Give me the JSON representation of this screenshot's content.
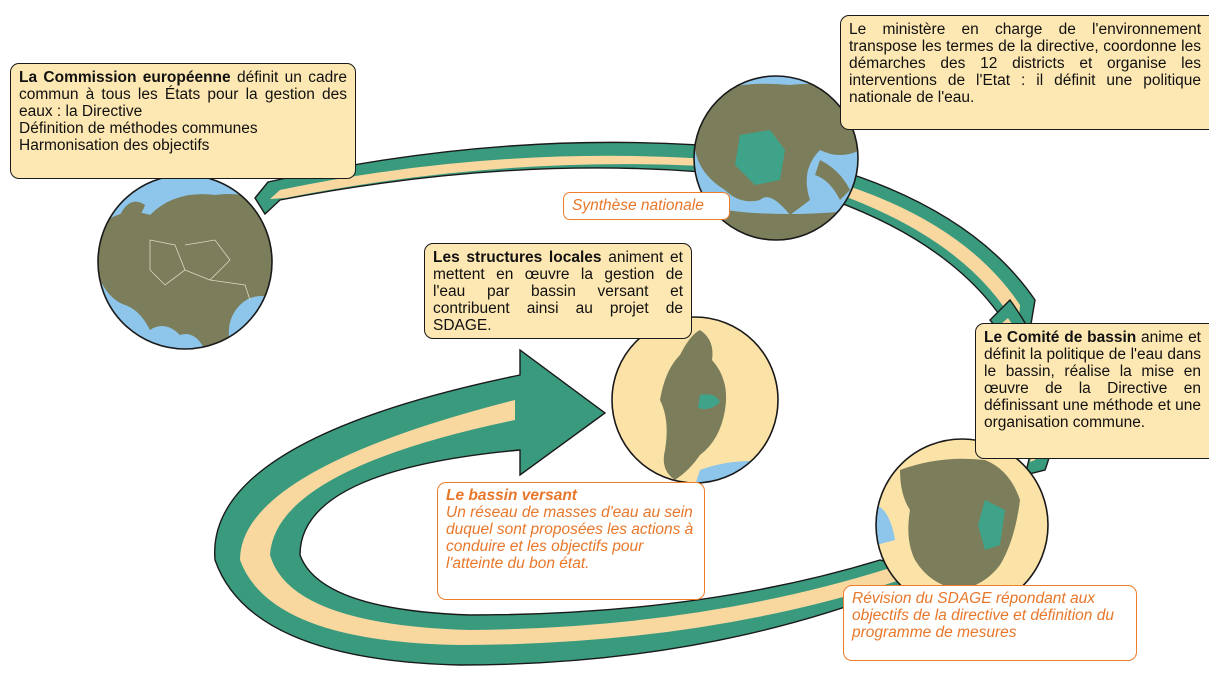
{
  "colors": {
    "arrow_outer": "#3a9a7e",
    "arrow_inner": "#f9d8a0",
    "ocean": "#8ec5ea",
    "land": "#7c7d5a",
    "land_light": "#fbe3a8",
    "highlight": "#3fa38a",
    "box_fill": "#fde7b2",
    "box_border": "#1a1a1a",
    "accent_orange": "#ee7d2c"
  },
  "commission": {
    "title": "La Commission européenne",
    "lead": " définit un cadre commun à tous les États pour la gestion des eaux : la Directive",
    "line2": "Définition de méthodes communes",
    "line3": "Harmonisation des objectifs"
  },
  "ministere": {
    "text": "Le ministère en charge de l'environnement transpose les termes de la directive, coordonne les démarches des 12 districts et organise les interventions de l'Etat : il définit une politique nationale de l'eau."
  },
  "synthese": {
    "text": "Synthèse nationale"
  },
  "structures": {
    "title": "Les structures locales",
    "text": " animent et mettent en œuvre la gestion de l'eau par bassin versant et contribuent ainsi au projet de SDAGE."
  },
  "comite": {
    "title": "Le Comité de bassin",
    "text": " anime et définit la politique de l'eau dans le bassin, réalise la mise en œuvre de la Directive en définissant une méthode et une organisation commune."
  },
  "bassin": {
    "title": "Le bassin versant",
    "text": "Un réseau de masses d'eau au sein duquel sont proposées les actions à conduire et les objectifs pour l'atteinte du bon état."
  },
  "revision": {
    "text": "Révision du SDAGE répondant aux objectifs de la directive et définition du programme de mesures"
  },
  "globes": [
    "europe-globe",
    "mediterranean-globe",
    "basin-globe",
    "france-globe"
  ]
}
